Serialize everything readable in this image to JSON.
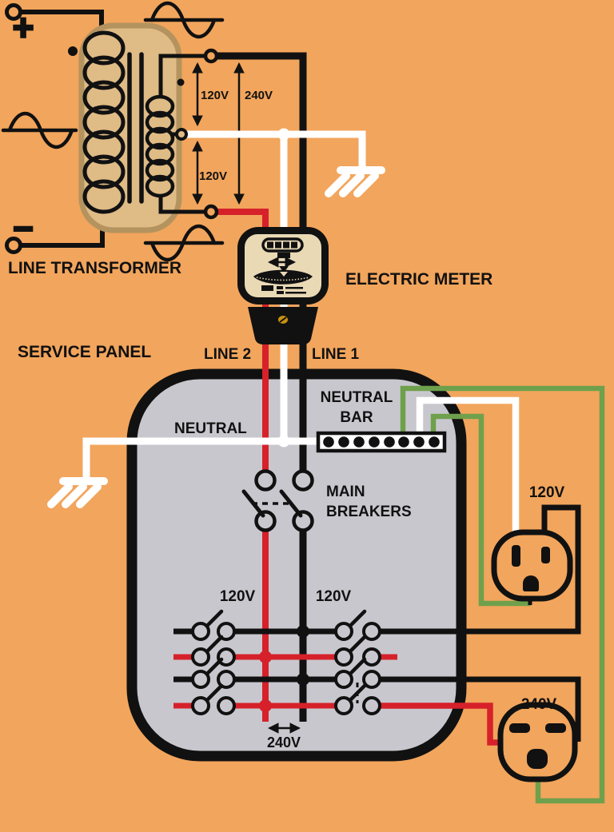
{
  "colors": {
    "background": "#F2A55C",
    "panel_fill": "#C9C7CE",
    "transformer_fill": "#DFBB85",
    "transformer_border": "#B4935E",
    "meter_face": "#E9D9B5",
    "wire_black": "#111111",
    "wire_red": "#D6212A",
    "wire_white": "#FFFFFF",
    "wire_green": "#6FA04C",
    "screw_gold": "#C9920C"
  },
  "transformer": {
    "title": "LINE TRANSFORMER",
    "plus": "+",
    "minus": "−",
    "voltage_top": "120V",
    "voltage_span": "240V",
    "voltage_bottom": "120V"
  },
  "meter": {
    "label": "ELECTRIC METER"
  },
  "panel": {
    "title": "SERVICE PANEL",
    "line2": "LINE 2",
    "line1": "LINE 1",
    "neutral": "NEUTRAL",
    "neutral_bar_line1": "NEUTRAL",
    "neutral_bar_line2": "BAR",
    "main_breakers_line1": "MAIN",
    "main_breakers_line2": "BREAKERS",
    "branch_left_voltage": "120V",
    "branch_right_voltage": "120V",
    "bus_span_voltage": "240V"
  },
  "outlets": {
    "outlet_120v_label": "120V",
    "outlet_240v_label": "240V"
  }
}
